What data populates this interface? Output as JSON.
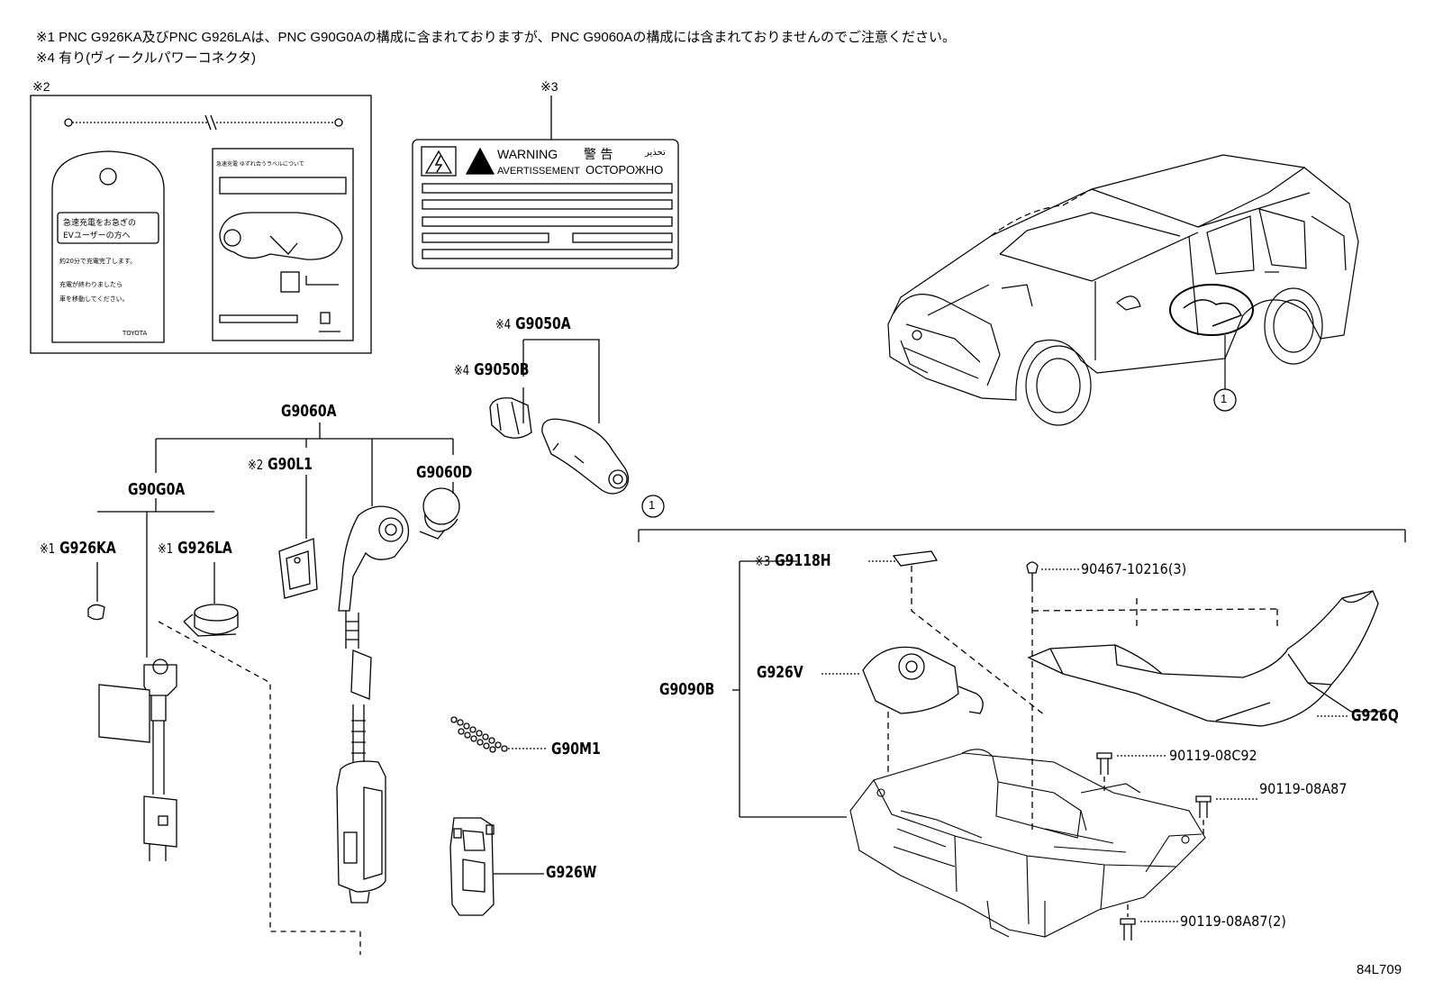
{
  "notes": {
    "note1": "※1 PNC G926KA及びPNC G926LAは、PNC G90G0Aの構成に含まれておりますが、PNC G9060Aの構成には含まれておりませんのでご注意ください。",
    "note4": "※4 有り(ヴィークルパワーコネクタ)"
  },
  "callouts": {
    "mark2": "※2",
    "mark3": "※3",
    "circle1": "1"
  },
  "tag": {
    "line1": "急速充電をお急ぎの",
    "line2": "EVユーザーの方へ",
    "line3": "約20分で充電完了します。",
    "line4": "充電が終わりましたら",
    "line5": "車を移動してください。",
    "brand": "TOYOTA"
  },
  "card": {
    "header": "急速充電 ゆずれ合うラベルについて"
  },
  "warning_label": {
    "warning": "WARNING",
    "avertissement": "AVERTISSEMENT",
    "jp": "警 告",
    "ru": "ОСТОРОЖНО",
    "ar": "تحذير"
  },
  "parts": {
    "g9050a": {
      "mark": "※4",
      "code": "G9050A"
    },
    "g9050b": {
      "mark": "※4",
      "code": "G9050B"
    },
    "g9060a": {
      "code": "G9060A"
    },
    "g90l1": {
      "mark": "※2",
      "code": "G90L1"
    },
    "g9060d": {
      "code": "G9060D"
    },
    "g90g0a": {
      "code": "G90G0A"
    },
    "g926ka": {
      "mark": "※1",
      "code": "G926KA"
    },
    "g926la": {
      "mark": "※1",
      "code": "G926LA"
    },
    "g90m1": {
      "code": "G90M1"
    },
    "g926w": {
      "code": "G926W"
    },
    "g9118h": {
      "mark": "※3",
      "code": "G9118H"
    },
    "g926v": {
      "code": "G926V"
    },
    "g9090b": {
      "code": "G9090B"
    },
    "g926q": {
      "code": "G926Q"
    },
    "p90467": {
      "code": "90467-10216(3)"
    },
    "p08c92": {
      "code": "90119-08C92"
    },
    "p08a87": {
      "code": "90119-08A87"
    },
    "p08a87_2": {
      "code": "90119-08A87(2)"
    }
  },
  "figure_id": "84L709"
}
